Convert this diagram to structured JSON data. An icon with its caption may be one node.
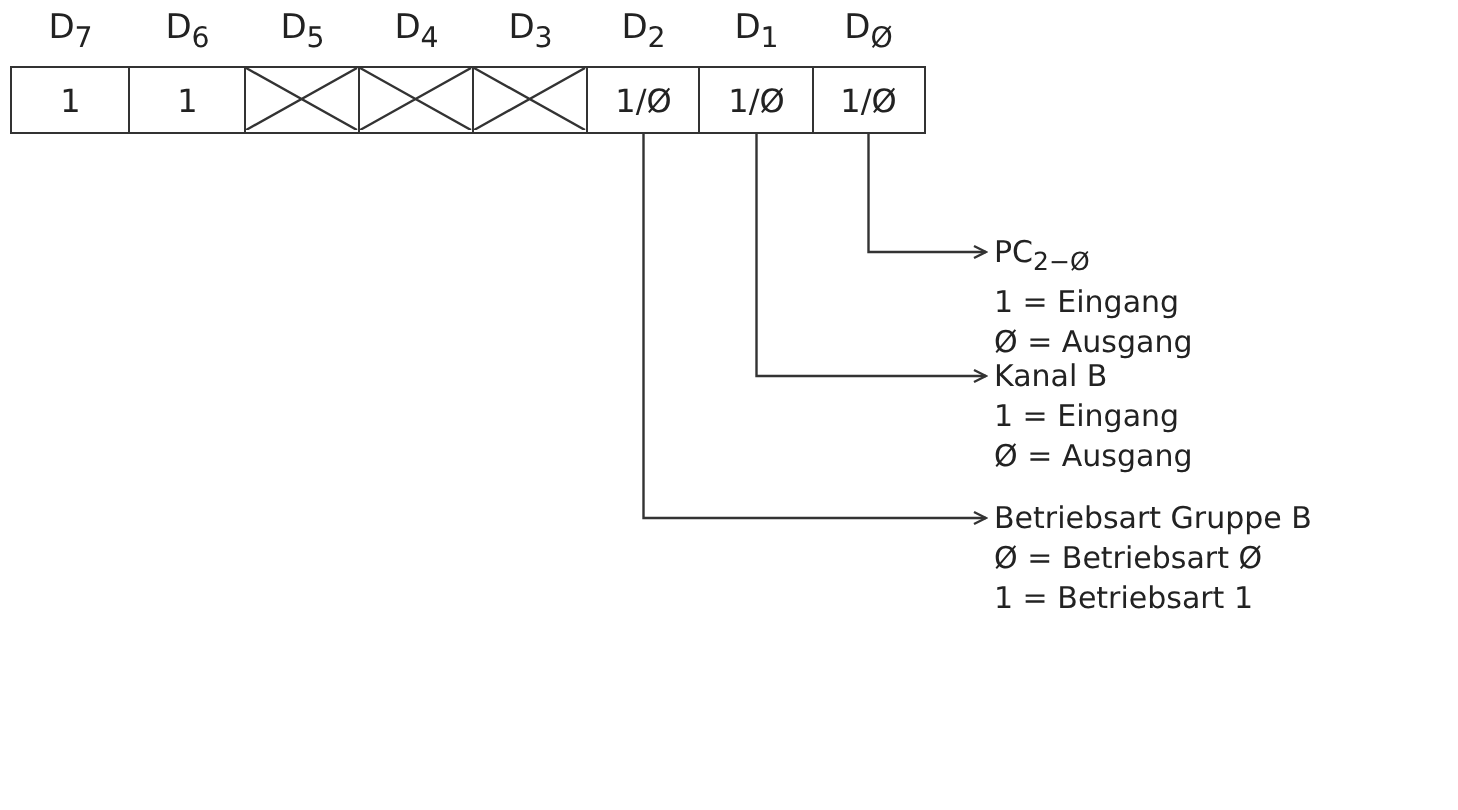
{
  "diagram": {
    "nodes": [
      {
        "text": [
          "1"
        ],
        "beside": [
          "D$_{7}$"
        ]
      },
      {
        "text": [
          "1"
        ],
        "beside": [
          "D$_{6}$"
        ]
      },
      {
        "text": [],
        "shape": "box",
        "beside": [
          "D$_{5}$"
        ]
      },
      {
        "text": [],
        "shape": "box",
        "beside": [
          "D$_{4}$"
        ]
      },
      {
        "text": [],
        "shape": "box",
        "beside": [
          "D$_{3}$"
        ]
      },
      {
        "text": [
          "1/Ø"
        ],
        "beside": [
          "D$_{2}$"
        ]
      },
      {
        "text": [
          "1/Ø"
        ],
        "beside": [
          "D$_{1}$"
        ]
      },
      {
        "text": [
          "1/Ø"
        ],
        "beside": [
          "D$_{Ø}$"
        ]
      },
      {
        "text": [
          "PC$_{2−Ø}$",
          "1 = Eingang",
          "Ø = Ausgang"
        ]
      },
      {
        "text": [
          "Kanal B",
          "1 = Eingang",
          "Ø = Ausgang"
        ]
      },
      {
        "text": [
          "Betriebsart Gruppe B",
          "Ø = Betriebsart Ø",
          "1 = Betriebsart 1"
        ]
      }
    ],
    "edges": [
      {
        "from": 7,
        "to": 8,
        "arrow": "to"
      },
      {
        "from": 6,
        "to": 9,
        "arrow": "to"
      },
      {
        "from": 5,
        "to": 10,
        "arrow": "to"
      }
    ]
  }
}
